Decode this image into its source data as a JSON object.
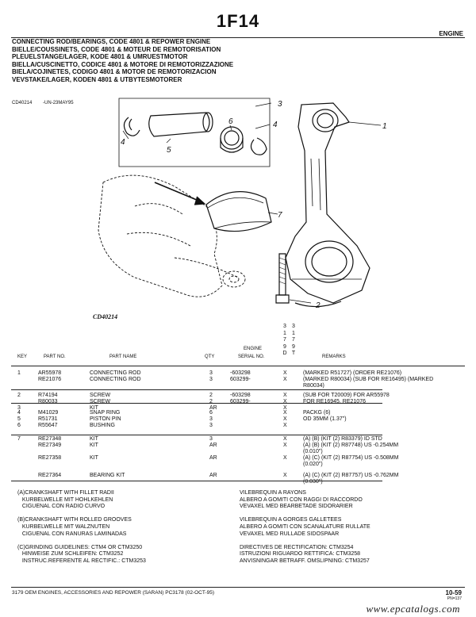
{
  "page": {
    "number": "1F14",
    "section": "ENGINE"
  },
  "titles": [
    "CONNECTING ROD/BEARINGS, CODE 4801 & REPOWER ENGINE",
    "BIELLE/COUSSINETS, CODE 4801 & MOTEUR DE REMOTORISATION",
    "PLEUELSTANGE/LAGER, KODE 4801 & UMRUESTMOTOR",
    "BIELLA/CUSCINETTO, CODICE 4801 & MOTORE DI REMOTORIZZAZIONE",
    "BIELA/COJINETES, CODIGO 4801 & MOTOR DE REMOTORIZACION",
    "VEVSTAKE/LAGER, KODEN 4801 & UTBYTESMOTORER"
  ],
  "ref": {
    "code": "CD40214",
    "date": "-UN-23MAY95"
  },
  "figure": {
    "caption": "CD40214",
    "callouts": [
      "1",
      "2",
      "3",
      "4",
      "4",
      "5",
      "6",
      "7"
    ]
  },
  "vcodes": [
    {
      "chars": [
        "3",
        "1",
        "7",
        "9",
        "D"
      ]
    },
    {
      "chars": [
        "3",
        "1",
        "7",
        "9",
        "T"
      ]
    }
  ],
  "headers": {
    "key": "KEY",
    "part": "PART NO.",
    "name": "PART NAME",
    "qty": "QTY",
    "engine": "ENGINE",
    "serial": "SERIAL NO.",
    "remarks": "REMARKS"
  },
  "rows": [
    {
      "key": "1",
      "part": "AR55978",
      "name": "CONNECTING ROD",
      "qty": "3",
      "eng": "-603298",
      "x": "X",
      "rem": "(MARKED R51727) (ORDER RE21076)"
    },
    {
      "key": "",
      "part": "RE21076",
      "name": "CONNECTING ROD",
      "qty": "3",
      "eng": "603299-",
      "x": "X",
      "rem": "(MARKED R80034) (SUB FOR RE16495) (MARKED"
    },
    {
      "key": "",
      "part": "",
      "name": "",
      "qty": "",
      "eng": "",
      "x": "",
      "rem": "R80034)"
    },
    {
      "key": "2",
      "part": "R74194",
      "name": "SCREW",
      "qty": "2",
      "eng": "-603298",
      "x": "X",
      "rem": "(SUB FOR T20009) FOR AR55978"
    },
    {
      "key": "",
      "part": "R80033",
      "name": "SCREW",
      "qty": "2",
      "eng": "603299-",
      "x": "X",
      "rem": "FOR RE16945, RE21076"
    },
    {
      "key": "3",
      "part": "",
      "name": "KIT",
      "qty": "AR",
      "eng": "",
      "x": "X",
      "rem": ""
    },
    {
      "key": "4",
      "part": "M41029",
      "name": "SNAP RING",
      "qty": "6",
      "eng": "",
      "x": "X",
      "rem": "PACKG (6)"
    },
    {
      "key": "5",
      "part": "R51731",
      "name": "PISTON PIN",
      "qty": "3",
      "eng": "",
      "x": "X",
      "rem": "OD 35MM (1.37\")"
    },
    {
      "key": "6",
      "part": "R55647",
      "name": "BUSHING",
      "qty": "3",
      "eng": "",
      "x": "X",
      "rem": ""
    },
    {
      "key": "7",
      "part": "RE27348",
      "name": "KIT",
      "qty": "3",
      "eng": "",
      "x": "X",
      "rem": "(A) (B) (KIT (2) R83379) ID STD"
    },
    {
      "key": "",
      "part": "RE27349",
      "name": "KIT",
      "qty": "AR",
      "eng": "",
      "x": "X",
      "rem": "(A) (B) (KIT (2) R87748) US -0.254MM"
    },
    {
      "key": "",
      "part": "",
      "name": "",
      "qty": "",
      "eng": "",
      "x": "",
      "rem": "(0.010\")"
    },
    {
      "key": "",
      "part": "RE27358",
      "name": "KIT",
      "qty": "AR",
      "eng": "",
      "x": "X",
      "rem": "(A) (C) (KIT (2) R87754) US -0.508MM"
    },
    {
      "key": "",
      "part": "",
      "name": "",
      "qty": "",
      "eng": "",
      "x": "",
      "rem": "(0.020\")"
    },
    {
      "key": "",
      "part": "RE27364",
      "name": "BEARING KIT",
      "qty": "AR",
      "eng": "",
      "x": "X",
      "rem": "(A) (C) (KIT (2) R87757) US -0.762MM"
    },
    {
      "key": "",
      "part": "",
      "name": "",
      "qty": "",
      "eng": "",
      "x": "",
      "rem": "(0.030\")"
    }
  ],
  "notes": [
    {
      "left": "(A)CRANKSHAFT WITH FILLET RADII",
      "right": "VILEBREQUIN A RAYONS"
    },
    {
      "left": "   KURBELWELLE MIT HOHLKEHLEN",
      "right": "ALBERO A GOMITI CON RAGGI DI RACCORDO"
    },
    {
      "left": "   CIGUENAL CON RADIO CURVO",
      "right": "VEVAXEL MED BEARBETADE SIDORARIER"
    },
    {
      "left": "",
      "right": ""
    },
    {
      "left": "(B)CRANKSHAFT WITH ROLLED GROOVES",
      "right": "VILEBREQUIN A GORGES GALLETEES"
    },
    {
      "left": "   KURBELWELLE MIT WALZNUTEN",
      "right": "ALBERO A GOMITI CON SCANALATURE RULLATE"
    },
    {
      "left": "   CIGUENAL CON RANURAS LAMINADAS",
      "right": "VEVAXEL MED RULLADE SIDOSPAAR"
    },
    {
      "left": "",
      "right": ""
    },
    {
      "left": "(C)GRINDING GUIDELINES: CTM4 OR CTM3250",
      "right": "DIRECTIVES DE RECTIFICATION: CTM3254"
    },
    {
      "left": "   HINWEISE ZUM SCHLEIFEN: CTM3252",
      "right": "ISTRUZIONI RIGUARDO RETTIFICA: CTM3258"
    },
    {
      "left": "   INSTRUC.REFERENTE AL RECTIFIC.: CTM3253",
      "right": "ANVISNINGAR BETRAFF. OMSLIPNING: CTM3257"
    }
  ],
  "footer": {
    "left": "3179 OEM ENGINES, ACCESSORIES AND REPOWER (SARAN)   PC3178     (02-OCT-95)",
    "page": "10-59",
    "pn": "PN=137",
    "watermark": "www.epcatalogs.com"
  }
}
